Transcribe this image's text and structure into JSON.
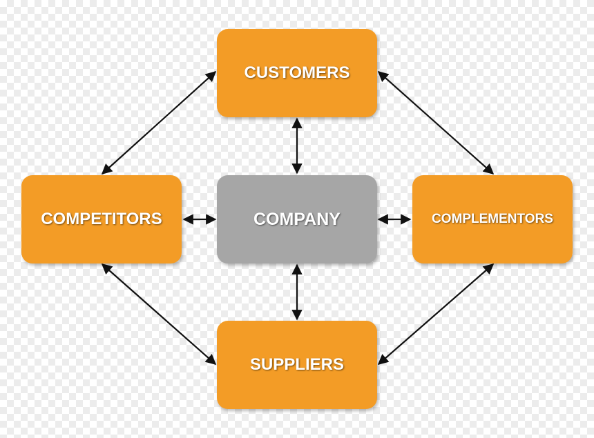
{
  "diagram": {
    "nodes": {
      "customers": "CUSTOMERS",
      "competitors": "COMPETITORS",
      "company": "COMPANY",
      "complementors": "COMPLEMENTORS",
      "suppliers": "SUPPLIERS"
    },
    "edges": [
      {
        "from": "customers",
        "to": "company",
        "direction": "both"
      },
      {
        "from": "company",
        "to": "suppliers",
        "direction": "both"
      },
      {
        "from": "competitors",
        "to": "company",
        "direction": "both"
      },
      {
        "from": "company",
        "to": "complementors",
        "direction": "both"
      },
      {
        "from": "customers",
        "to": "competitors",
        "direction": "both"
      },
      {
        "from": "customers",
        "to": "complementors",
        "direction": "both"
      },
      {
        "from": "competitors",
        "to": "suppliers",
        "direction": "both"
      },
      {
        "from": "complementors",
        "to": "suppliers",
        "direction": "both"
      }
    ],
    "colors": {
      "peripheral_node": "#f39c26",
      "central_node": "#a6a6a6",
      "label": "#ffffff",
      "connector": "#111111"
    }
  }
}
